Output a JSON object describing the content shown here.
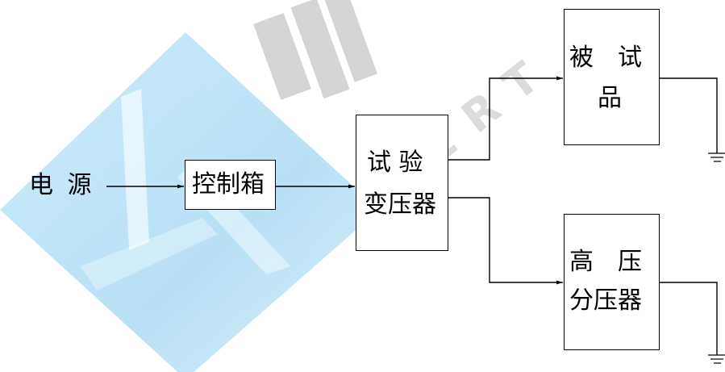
{
  "diagram": {
    "source": "电 源",
    "control_box": "控制箱",
    "transformer": {
      "line1": "试 验",
      "line2": "变压器"
    },
    "test_object": {
      "line1": "被　试",
      "line2": "品"
    },
    "divider": {
      "line1": "高　压",
      "line2": "分压器"
    }
  },
  "watermark": {
    "text": "HERT",
    "logo_color": "#8fd8f3"
  }
}
